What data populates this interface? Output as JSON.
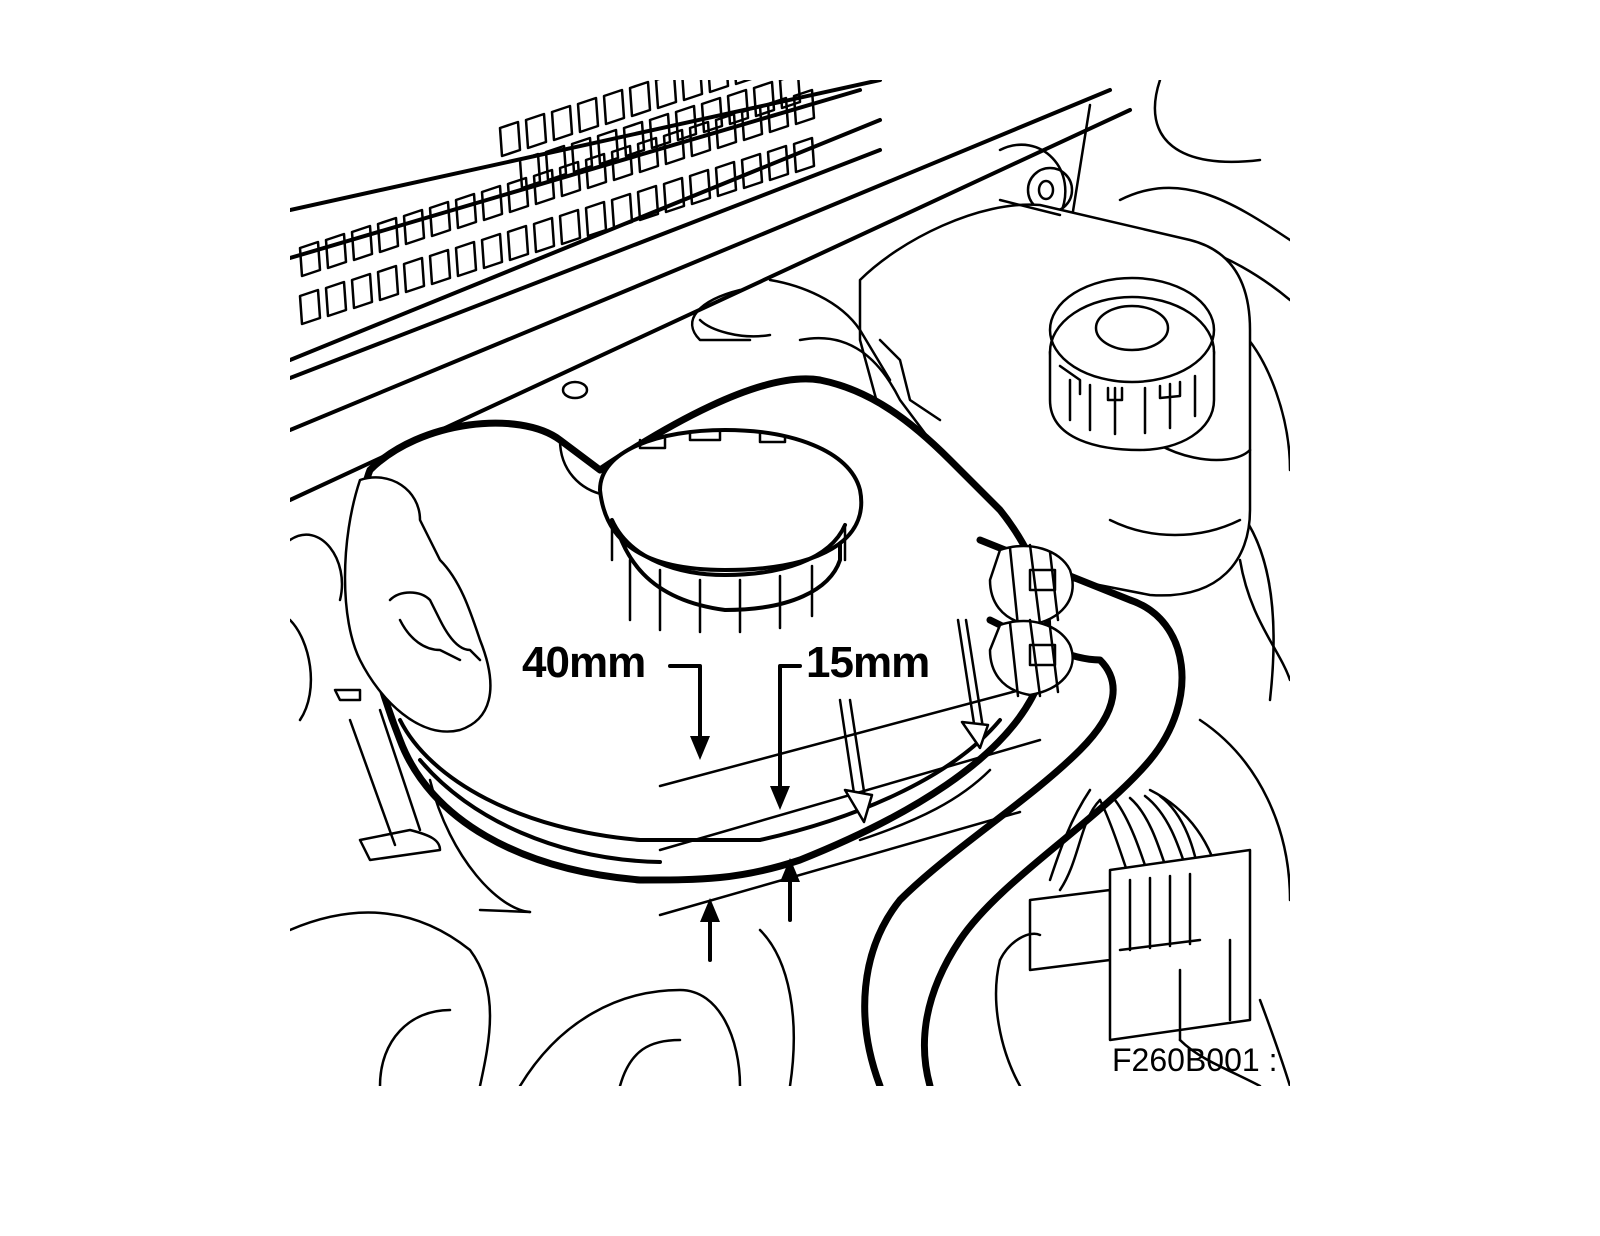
{
  "labels": {
    "level_max": "40mm",
    "level_min": "15mm",
    "figure_code": "F260B001 :"
  },
  "colors": {
    "line": "#000000",
    "background": "#ffffff"
  }
}
